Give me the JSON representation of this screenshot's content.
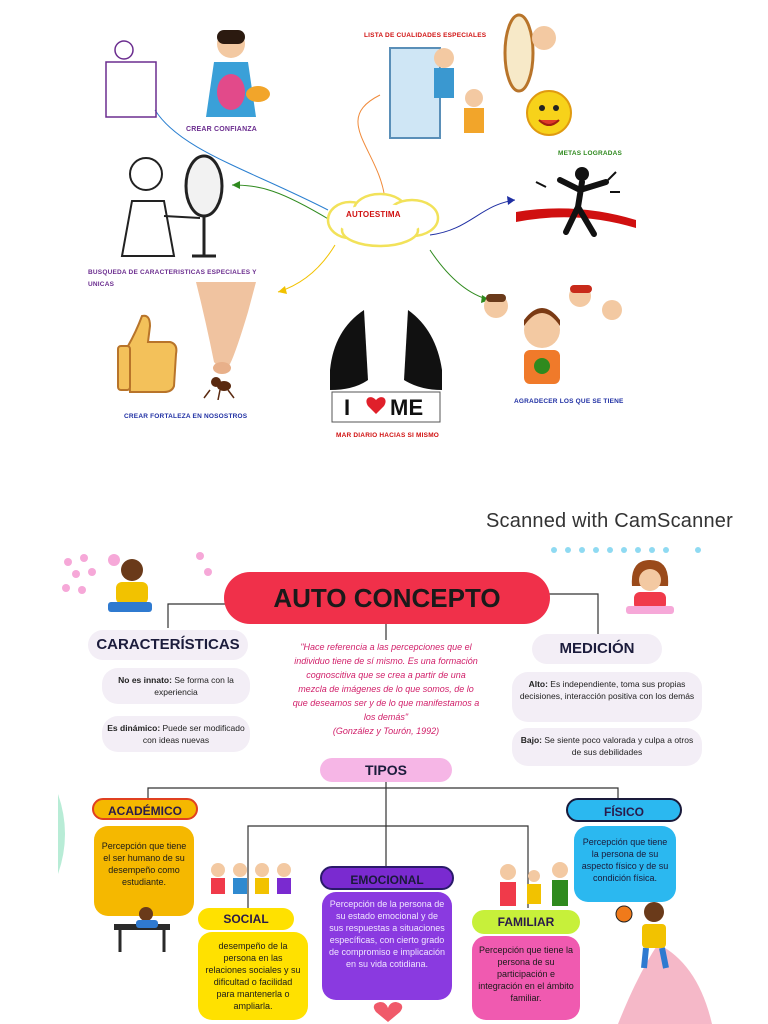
{
  "top_map": {
    "center_label": "AUTOESTIMA",
    "labels": {
      "crear_confianza": "CREAR CONFIANZA",
      "lista_cualidades": "LISTA DE CUALIDADES ESPECIALES",
      "metas_logradas": "METAS LOGRADAS",
      "busqueda_line1": "BUSQUEDA DE CARACTERISTICAS ESPECIALES Y",
      "busqueda_line2": "UNICAS",
      "crear_fortaleza": "CREAR FORTALEZA EN NOSOSTROS",
      "agradecer": "AGRADECER LOS QUE SE TIENE",
      "amar": "MAR DIARIO HACIAS SI MISMO",
      "i_love_me_i": "I",
      "i_love_me_me": "ME"
    },
    "colors": {
      "purple": "#6b2d8f",
      "red": "#d01010",
      "green": "#2f8a1e",
      "blue": "#1f2fa3",
      "cloud": "#f2e25a"
    }
  },
  "watermark": "Scanned with CamScanner",
  "concept_map": {
    "title": "AUTO CONCEPTO",
    "caracteristicas": {
      "title": "CARACTERÍSTICAS",
      "item1_bold": "No es innato:",
      "item1_text": " Se forma con la experiencia",
      "item2_bold": "Es dinámico:",
      "item2_text": " Puede ser modificado con ideas nuevas"
    },
    "quote": {
      "text": "\"Hace referencia a las percepciones que el individuo tiene de sí mismo. Es una formación cognoscitiva que se crea a partir de una mezcla de imágenes de lo que somos, de lo que deseamos ser y de lo que manifestamos a los demás\"",
      "citation": "(González y Tourón, 1992)"
    },
    "medicion": {
      "title": "MEDICIÓN",
      "alto_bold": "Alto:",
      "alto_text": " Es independiente, toma sus propias decisiones, interacción positiva con los demás",
      "bajo_bold": "Bajo:",
      "bajo_text": " Se siente poco valorada y culpa a otros de sus debilidades"
    },
    "tipos": "TIPOS",
    "types": {
      "academico": {
        "label": "ACADÉMICO",
        "text": "Percepción que tiene el ser humano de su desempeño como estudiante.",
        "color": "#f5b800"
      },
      "social": {
        "label": "SOCIAL",
        "text": "desempeño de la persona en las relaciones sociales y su dificultad o facilidad para mantenerla o ampliarla.",
        "color": "#ffe100"
      },
      "emocional": {
        "label": "EMOCIONAL",
        "text": "Percepción de la persona de su estado emocional y de sus respuestas a situaciones específicas, con cierto grado de compromiso e implicación en su vida cotidiana.",
        "color": "#7a2ad0"
      },
      "familiar": {
        "label": "FAMILIAR",
        "text": "Percepción que tiene la persona de su participación e integración en el ámbito familiar.",
        "color": "#c7f03a"
      },
      "fisico": {
        "label": "FÍSICO",
        "text": "Percepción que tiene la persona de su aspecto físico y de su condición física.",
        "color": "#2bb8f0"
      }
    },
    "colors": {
      "title_bg": "#f0304a",
      "quote_text": "#d1206a",
      "label_bubble": "#f3eef6",
      "tipos_bg": "#f6b6e6"
    }
  }
}
